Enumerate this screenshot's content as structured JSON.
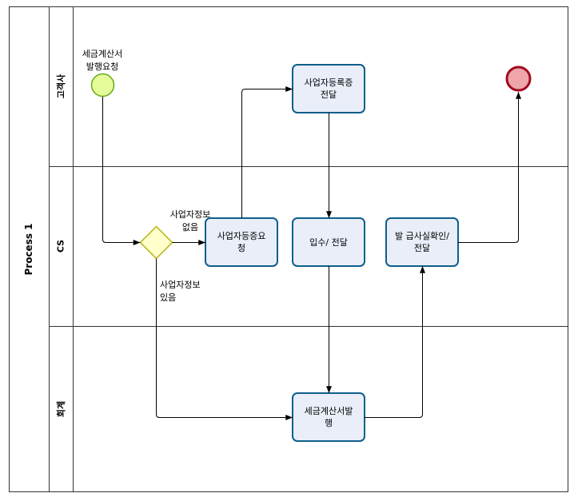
{
  "pool": {
    "title": "Process 1"
  },
  "lanes": [
    {
      "label": "고객사"
    },
    {
      "label": "CS"
    },
    {
      "label": "회계"
    }
  ],
  "start_event": {
    "lines": [
      "세금계산서",
      "발행요청"
    ]
  },
  "gateway": {
    "no_info_lines": [
      "사업자정보",
      "없음"
    ],
    "has_info_lines": [
      "사업자정보",
      "있음"
    ]
  },
  "tasks": {
    "deliver_registration_cert": {
      "lines": [
        "사업자등록증",
        "전달"
      ]
    },
    "request_registration_cert": {
      "lines": [
        "사업자등증요",
        "청"
      ]
    },
    "receive_and_deliver": {
      "lines": [
        "입수/ 전달"
      ]
    },
    "confirm_issuance_and_deliver": {
      "lines": [
        "발 급사실확인/",
        "전달"
      ]
    },
    "issue_tax_invoice": {
      "lines": [
        "세금계산서발",
        "행"
      ]
    }
  },
  "colors": {
    "frame_line": "#333333",
    "flow_line": "#000000",
    "task_fill": "#E9EEF9",
    "task_stroke": "#0E5E8C",
    "start_fill": "#E6FC98",
    "start_stroke": "#66A81B",
    "end_fill": "#EEA5AC",
    "end_stroke": "#A30A1F",
    "gateway_fill": "#FFFFCC",
    "gateway_stroke": "#B7B212"
  }
}
